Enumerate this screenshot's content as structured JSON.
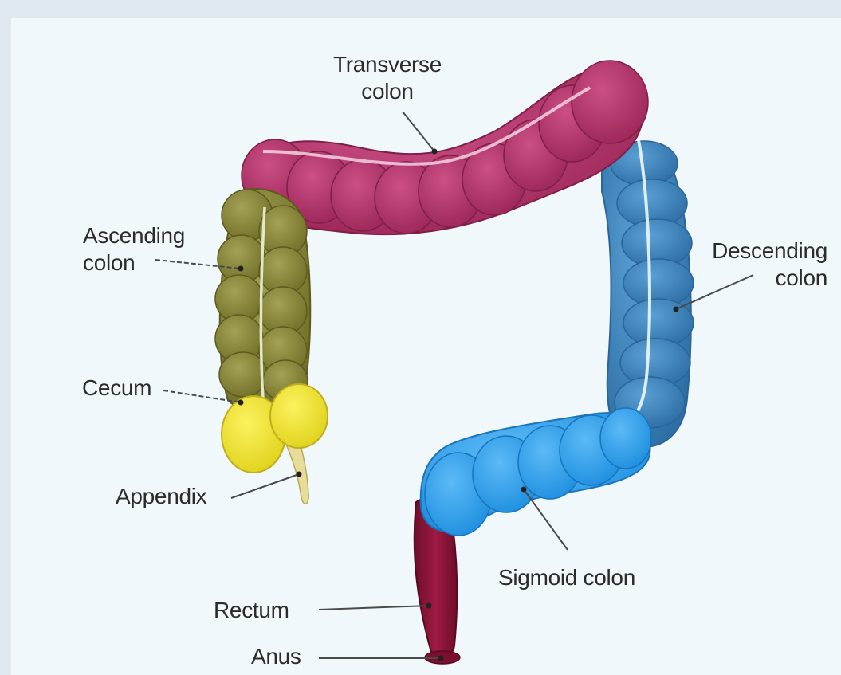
{
  "labels": {
    "transverse_line1": "Transverse",
    "transverse_line2": "colon",
    "ascending_line1": "Ascending",
    "ascending_line2": "colon",
    "descending_line1": "Descending",
    "descending_line2": "colon",
    "cecum": "Cecum",
    "appendix": "Appendix",
    "sigmoid": "Sigmoid colon",
    "rectum": "Rectum",
    "anus": "Anus"
  },
  "colors": {
    "background": "#f1f8fc",
    "transverse": "#b3366a",
    "ascending": "#8c8a3c",
    "descending": "#3d86be",
    "sigmoid": "#33a4ee",
    "cecum": "#f2e638",
    "appendix": "#e8dc9a",
    "rectum": "#8a1436"
  }
}
